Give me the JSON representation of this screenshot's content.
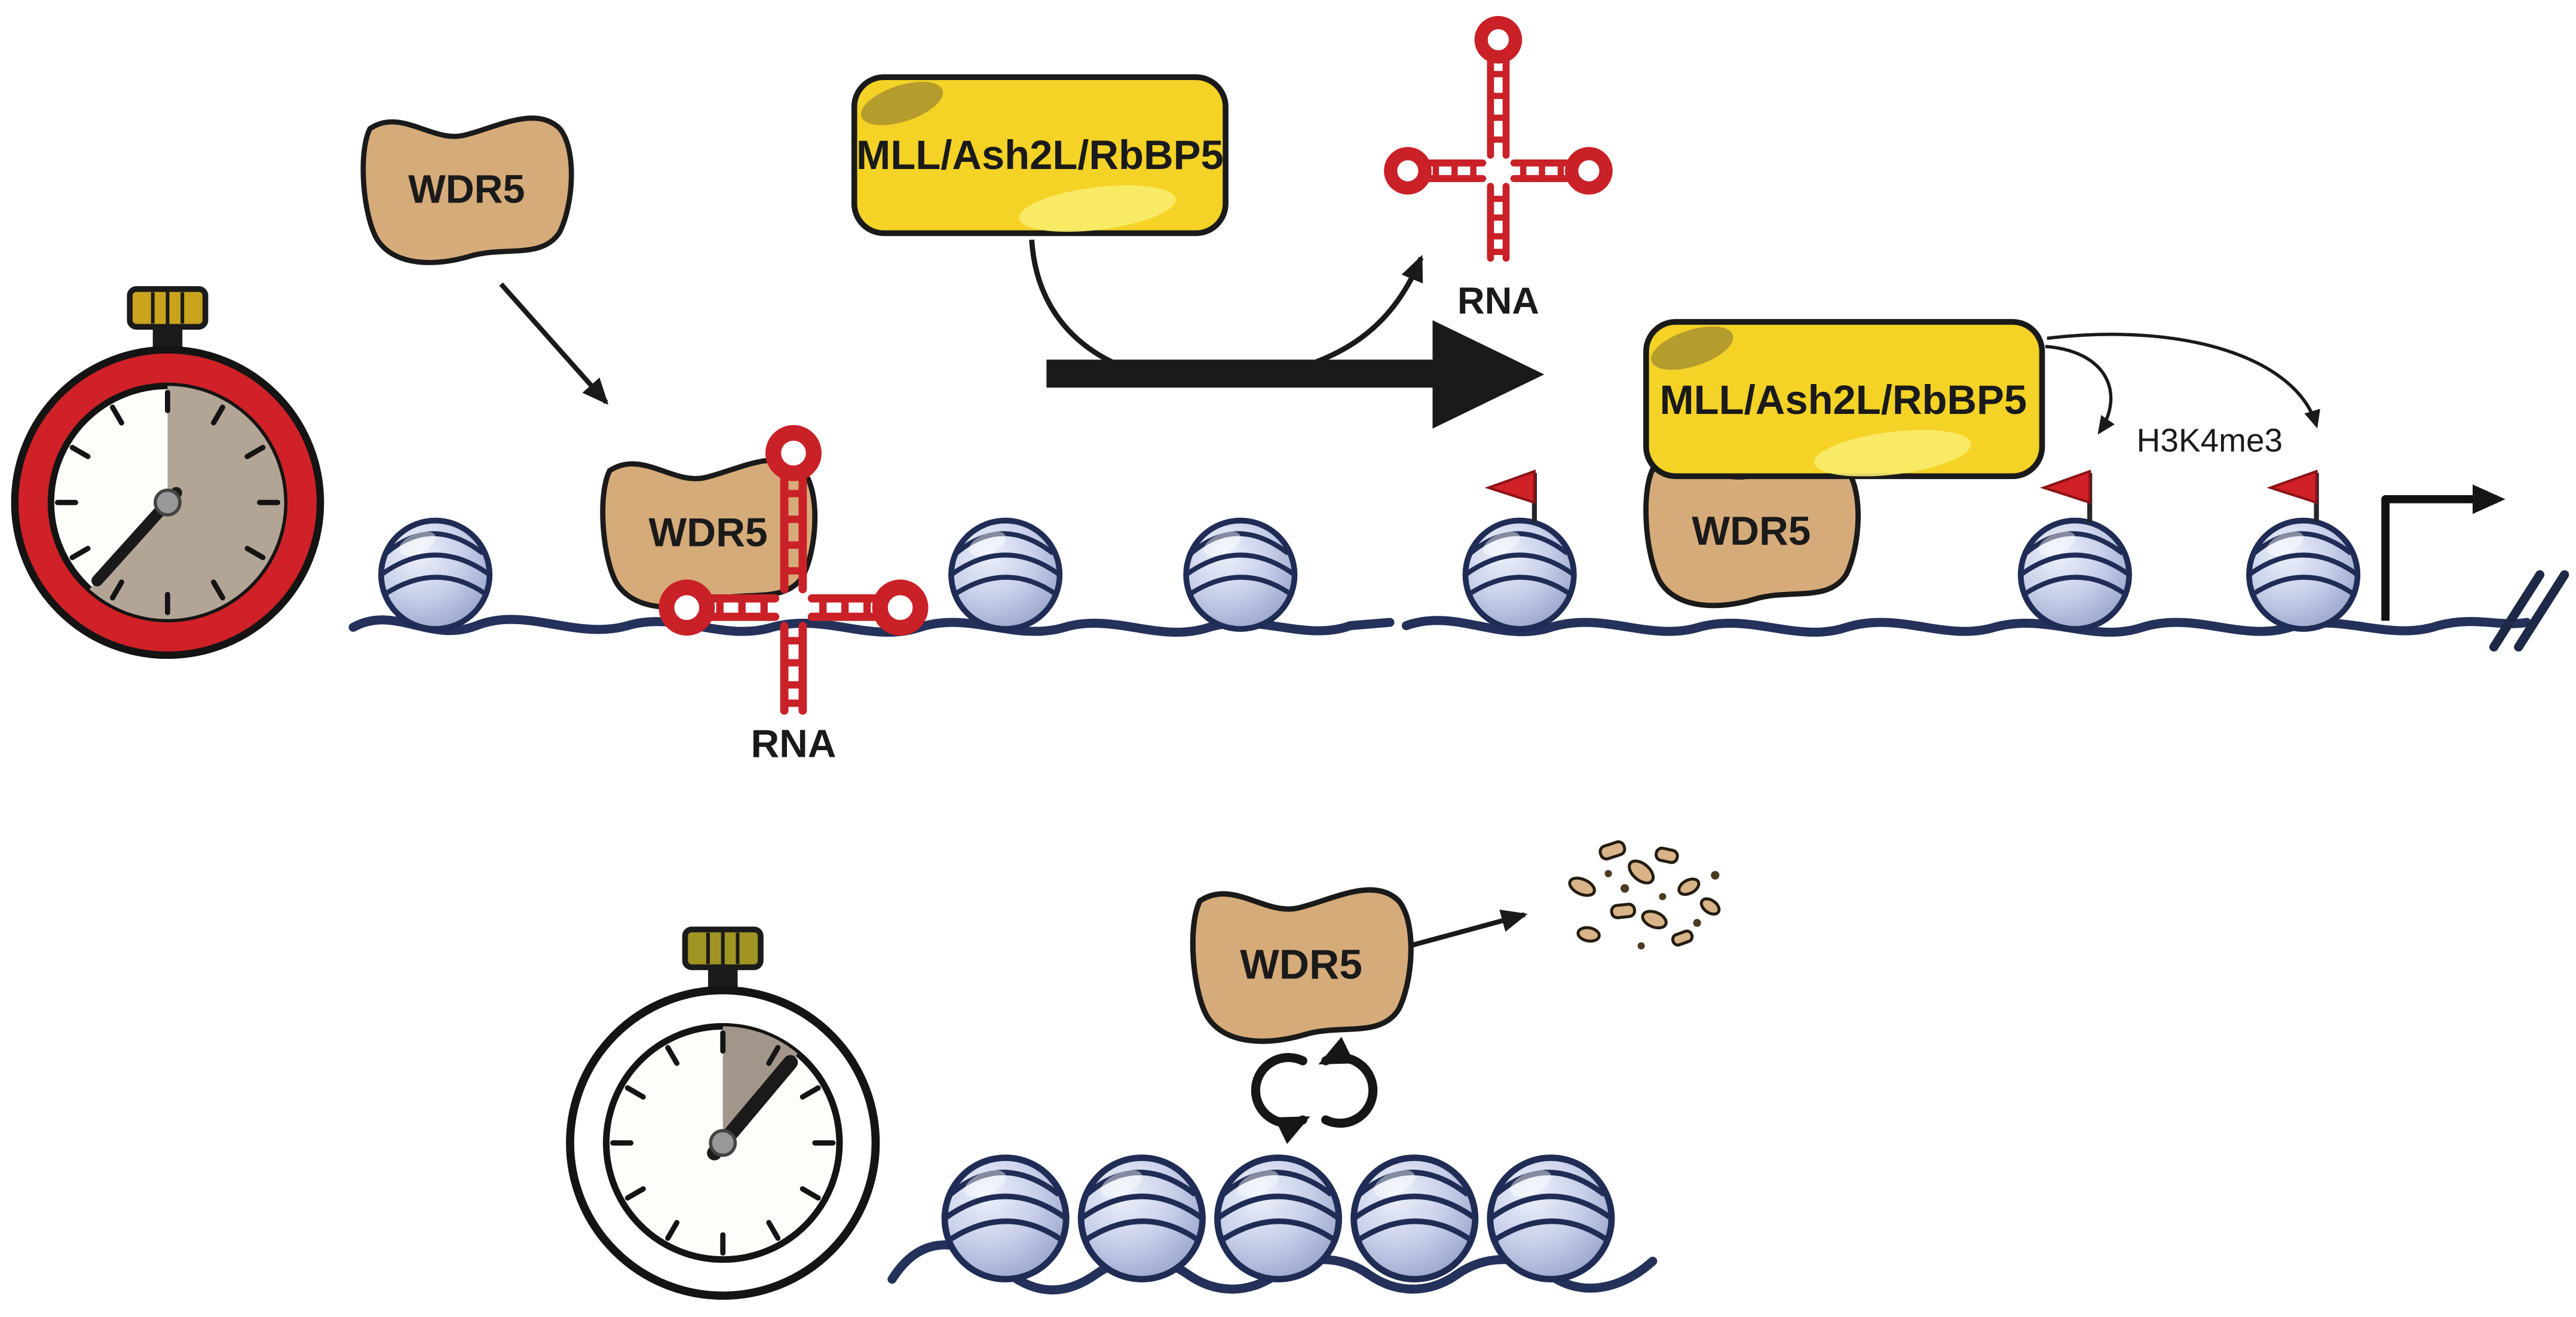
{
  "labels": {
    "wdr5_free": "WDR5",
    "wdr5_chromatin": "WDR5",
    "wdr5_recruited": "WDR5",
    "wdr5_turnover": "WDR5",
    "mll_complex_left": "MLL/Ash2L/RbBP5",
    "mll_complex_right": "MLL/Ash2L/RbBP5",
    "rna_bound": "RNA",
    "rna_released": "RNA",
    "h3k4me3": "H3K4me3"
  },
  "icons": {
    "stopwatch_early": "stopwatch-icon",
    "stopwatch_late": "stopwatch-icon",
    "h3k4me3_mark": "red-flag-icon",
    "turnover_cycle": "cycling-arrows-icon",
    "transcription_start": "bent-arrow-icon",
    "fiber_break": "double-slash-icon"
  },
  "colors": {
    "wdr5_fill": "#d6ab7a",
    "complex_fill": "#f4d226",
    "rna_red": "#c92127",
    "flag_red": "#cf2127",
    "stopwatch_ring": "#cf2127",
    "elapsed_sector_early": "#b3a596",
    "elapsed_sector_late": "#a2968a",
    "chromatin_line": "#24315a",
    "nucleosome_edge": "#1f2c55",
    "arrow_black": "#1a1a1a"
  }
}
